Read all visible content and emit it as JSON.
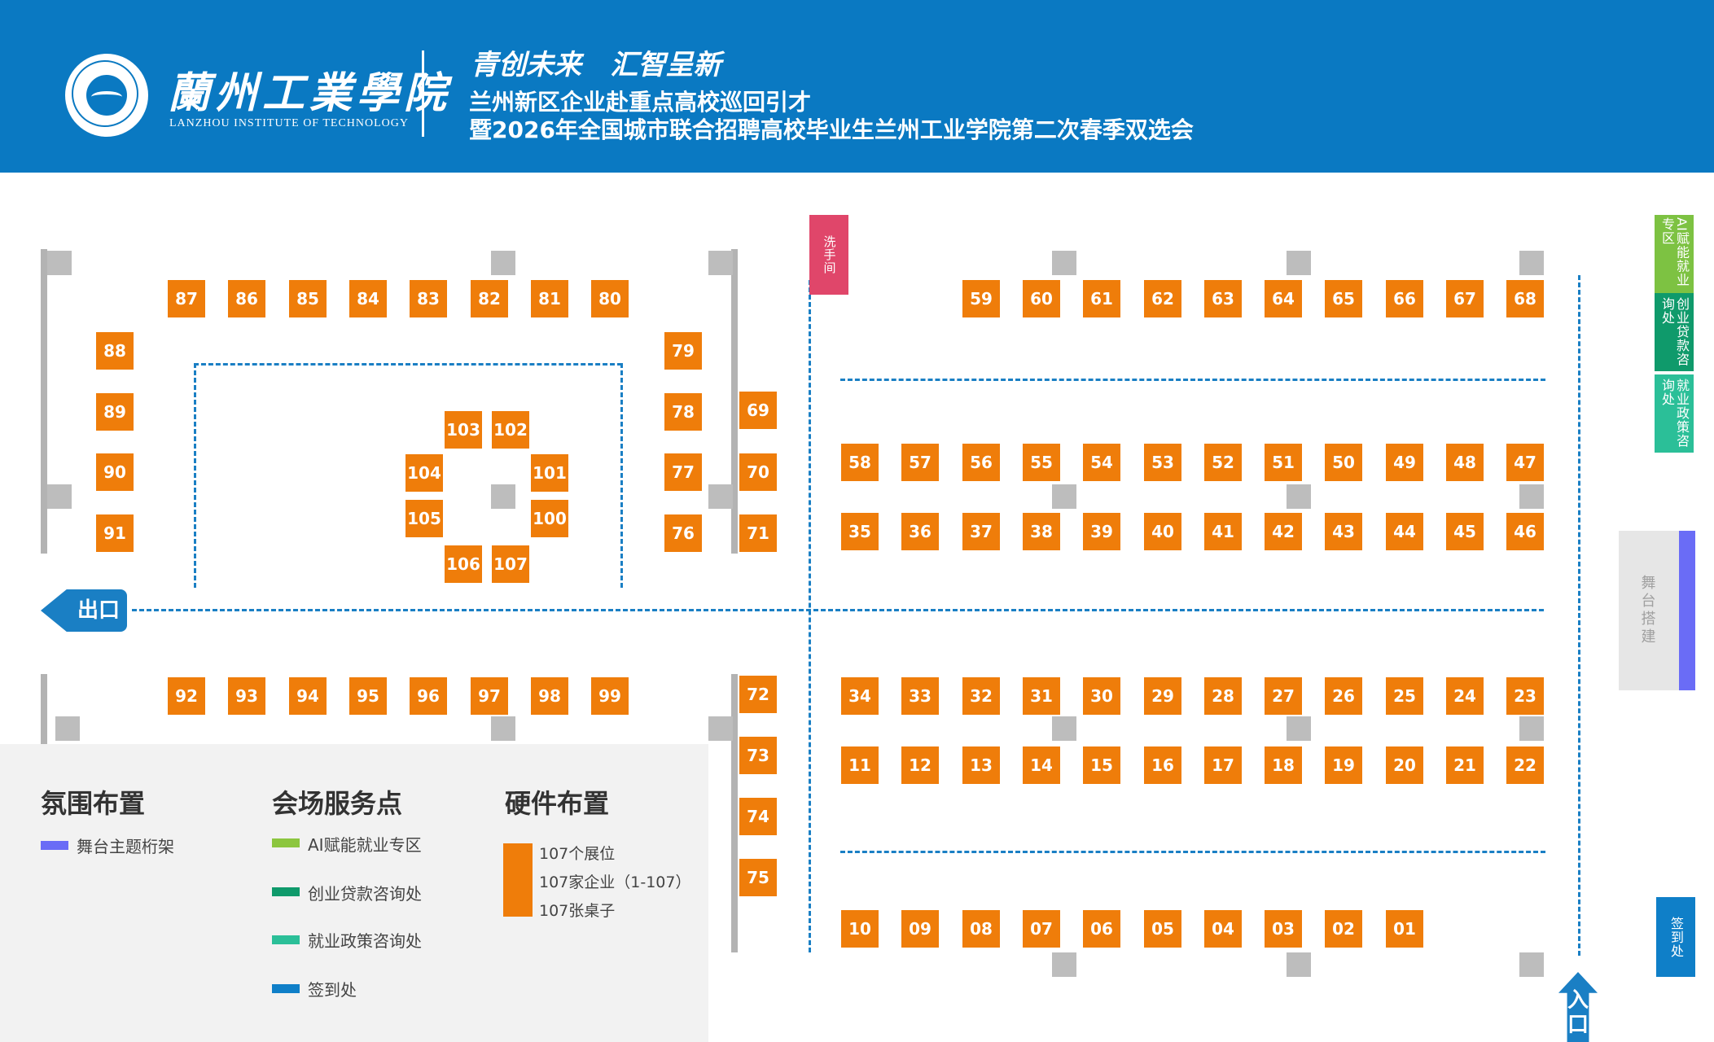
{
  "header": {
    "school_name_cn": "蘭州工業學院",
    "school_name_en": "LANZHOU INSTITUTE OF TECHNOLOGY",
    "slogan": "青创未来   汇智呈新",
    "title_line1": "兰州新区企业赴重点高校巡回引才",
    "title_line2": "暨2026年全国城市联合招聘高校毕业生兰州工业学院第二次春季双选会"
  },
  "colors": {
    "header_bg": "#0a79c2",
    "booth": "#ef7d0a",
    "pillar": "#bdbdbd",
    "restroom": "#e0466a",
    "stage_truss": "#6a6cf6",
    "ai_zone": "#7dc242",
    "loan_desk": "#0f9a6b",
    "policy_desk": "#2bbf98",
    "checkin": "#0f7fc8",
    "path": "#1a7fc4"
  },
  "map": {
    "restroom": "洗手间",
    "exit": "出口",
    "entrance": "入口",
    "ai_zone": "AI赋能就业专区",
    "loan_desk": "创业贷款咨询处",
    "policy_desk": "就业政策咨询处",
    "stage": "舞台搭建",
    "checkin": "签到处",
    "booths": {
      "top_left": [
        "87",
        "86",
        "85",
        "84",
        "83",
        "82",
        "81",
        "80"
      ],
      "left_col": [
        "88",
        "89",
        "90",
        "91"
      ],
      "hall_left_col": [
        "79",
        "78",
        "77",
        "76"
      ],
      "mid_col": [
        "69",
        "70",
        "71",
        "72",
        "73",
        "74",
        "75"
      ],
      "circle": [
        "103",
        "102",
        "104",
        "101",
        "105",
        "100",
        "106",
        "107"
      ],
      "bottom_left": [
        "92",
        "93",
        "94",
        "95",
        "96",
        "97",
        "98",
        "99"
      ],
      "row_59_68": [
        "59",
        "60",
        "61",
        "62",
        "63",
        "64",
        "65",
        "66",
        "67",
        "68"
      ],
      "row_58_47": [
        "58",
        "57",
        "56",
        "55",
        "54",
        "53",
        "52",
        "51",
        "50",
        "49",
        "48",
        "47"
      ],
      "row_35_46": [
        "35",
        "36",
        "37",
        "38",
        "39",
        "40",
        "41",
        "42",
        "43",
        "44",
        "45",
        "46"
      ],
      "row_34_23": [
        "34",
        "33",
        "32",
        "31",
        "30",
        "29",
        "28",
        "27",
        "26",
        "25",
        "24",
        "23"
      ],
      "row_11_22": [
        "11",
        "12",
        "13",
        "14",
        "15",
        "16",
        "17",
        "18",
        "19",
        "20",
        "21",
        "22"
      ],
      "row_10_01": [
        "10",
        "09",
        "08",
        "07",
        "06",
        "05",
        "04",
        "03",
        "02",
        "01"
      ]
    }
  },
  "legend": {
    "atmosphere": {
      "title": "氛围布置",
      "items": [
        {
          "label": "舞台主题桁架",
          "color": "#6a6cf6"
        }
      ]
    },
    "service": {
      "title": "会场服务点",
      "items": [
        {
          "label": "AI赋能就业专区",
          "color": "#8cc63f"
        },
        {
          "label": "创业贷款咨询处",
          "color": "#0f9a6b"
        },
        {
          "label": "就业政策咨询处",
          "color": "#2bbf98"
        },
        {
          "label": "签到处",
          "color": "#0f7fc8"
        }
      ]
    },
    "hardware": {
      "title": "硬件布置",
      "lines": [
        "107个展位",
        "107家企业（1-107）",
        "107张桌子"
      ]
    }
  }
}
